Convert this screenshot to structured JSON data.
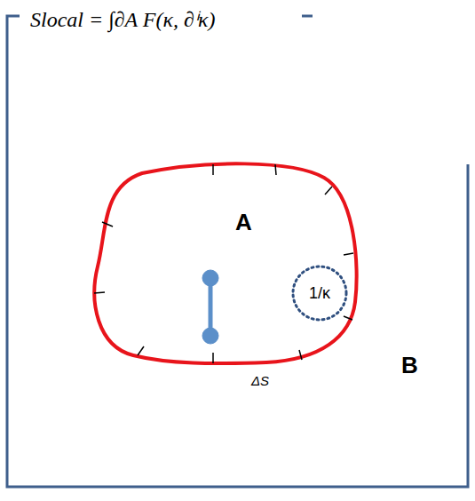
{
  "diagram": {
    "title": "Slocal = ∫∂A F(κ, ∂ⁱκ)",
    "nodes": [
      {
        "text": [
          "A"
        ]
      },
      {
        "text": [
          "1/κ"
        ],
        "in": 0
      }
    ],
    "labels": [
      "B",
      "ΔS"
    ]
  }
}
